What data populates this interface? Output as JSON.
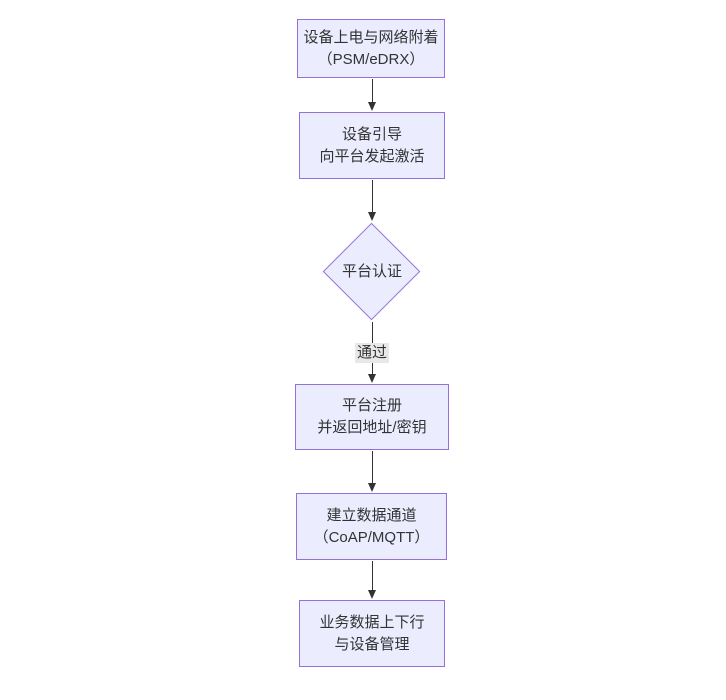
{
  "diagram": {
    "type": "flowchart-vertical",
    "colors": {
      "background": "#ffffff",
      "node_fill": "#ECECFF",
      "node_border": "#9370DB",
      "text": "#333333",
      "arrow": "#333333",
      "edge_label_bg": "#e8e8e8"
    },
    "nodes": [
      {
        "id": "A",
        "shape": "rect",
        "label": "设备上电与网络附着\n（PSM/eDRX）"
      },
      {
        "id": "B",
        "shape": "rect",
        "label": "设备引导\n向平台发起激活"
      },
      {
        "id": "C",
        "shape": "diamond",
        "label": "平台认证"
      },
      {
        "id": "D",
        "shape": "rect",
        "label": "平台注册\n并返回地址/密钥"
      },
      {
        "id": "E",
        "shape": "rect",
        "label": "建立数据通道\n（CoAP/MQTT）"
      },
      {
        "id": "F",
        "shape": "rect",
        "label": "业务数据上下行\n与设备管理"
      }
    ],
    "edges": [
      {
        "from": "A",
        "to": "B",
        "label": ""
      },
      {
        "from": "B",
        "to": "C",
        "label": ""
      },
      {
        "from": "C",
        "to": "D",
        "label": "通过"
      },
      {
        "from": "D",
        "to": "E",
        "label": ""
      },
      {
        "from": "E",
        "to": "F",
        "label": ""
      }
    ]
  }
}
